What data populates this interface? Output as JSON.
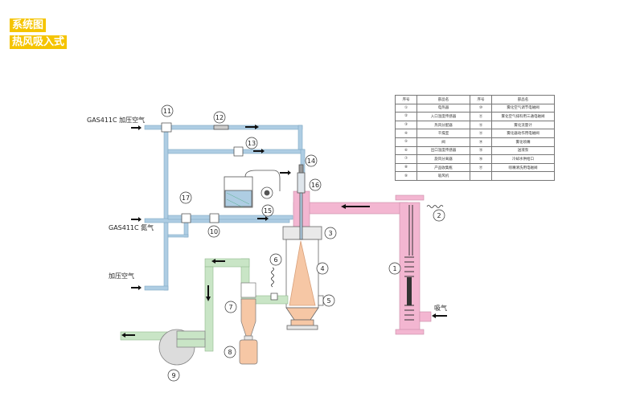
{
  "titles": {
    "line1": "系统图",
    "line2": "热风吸入式"
  },
  "labels": {
    "gas_air": "GAS411C 加压空气",
    "gas_n2": "GAS411C 氮气",
    "press_air": "加压空气",
    "suction": "吸气"
  },
  "numbers": [
    "1",
    "2",
    "3",
    "4",
    "5",
    "6",
    "7",
    "8",
    "9",
    "10",
    "11",
    "12",
    "13",
    "14",
    "15",
    "16",
    "17"
  ],
  "legend": {
    "header": [
      "序号",
      "部品名",
      "序号",
      "部品名"
    ],
    "rows": [
      [
        "①",
        "电热器",
        "⑩",
        "雾化空气调节电磁阀"
      ],
      [
        "②",
        "入口温度传感器",
        "⑪",
        "雾化空气排料用三通电磁阀"
      ],
      [
        "③",
        "热风分配器",
        "⑫",
        "雾化流量计"
      ],
      [
        "④",
        "干燥室",
        "⑬",
        "雾化器动作用电磁阀"
      ],
      [
        "⑤",
        "阀",
        "⑭",
        "雾化喷嘴"
      ],
      [
        "⑥",
        "出口温度传感器",
        "⑮",
        "送液泵"
      ],
      [
        "⑦",
        "旋风分离器",
        "⑯",
        "冷却水供给口"
      ],
      [
        "⑧",
        "产品收集瓶",
        "⑰",
        "喷嘴清洗用电磁阀"
      ],
      [
        "⑨",
        "吸风机",
        "",
        ""
      ]
    ]
  },
  "colors": {
    "blue_pipe": "#aecde3",
    "pink_pipe": "#f3b6d1",
    "green_pipe": "#c9e5c6",
    "chamber": "#f6c7a5",
    "title_bg": "#f5c400"
  }
}
